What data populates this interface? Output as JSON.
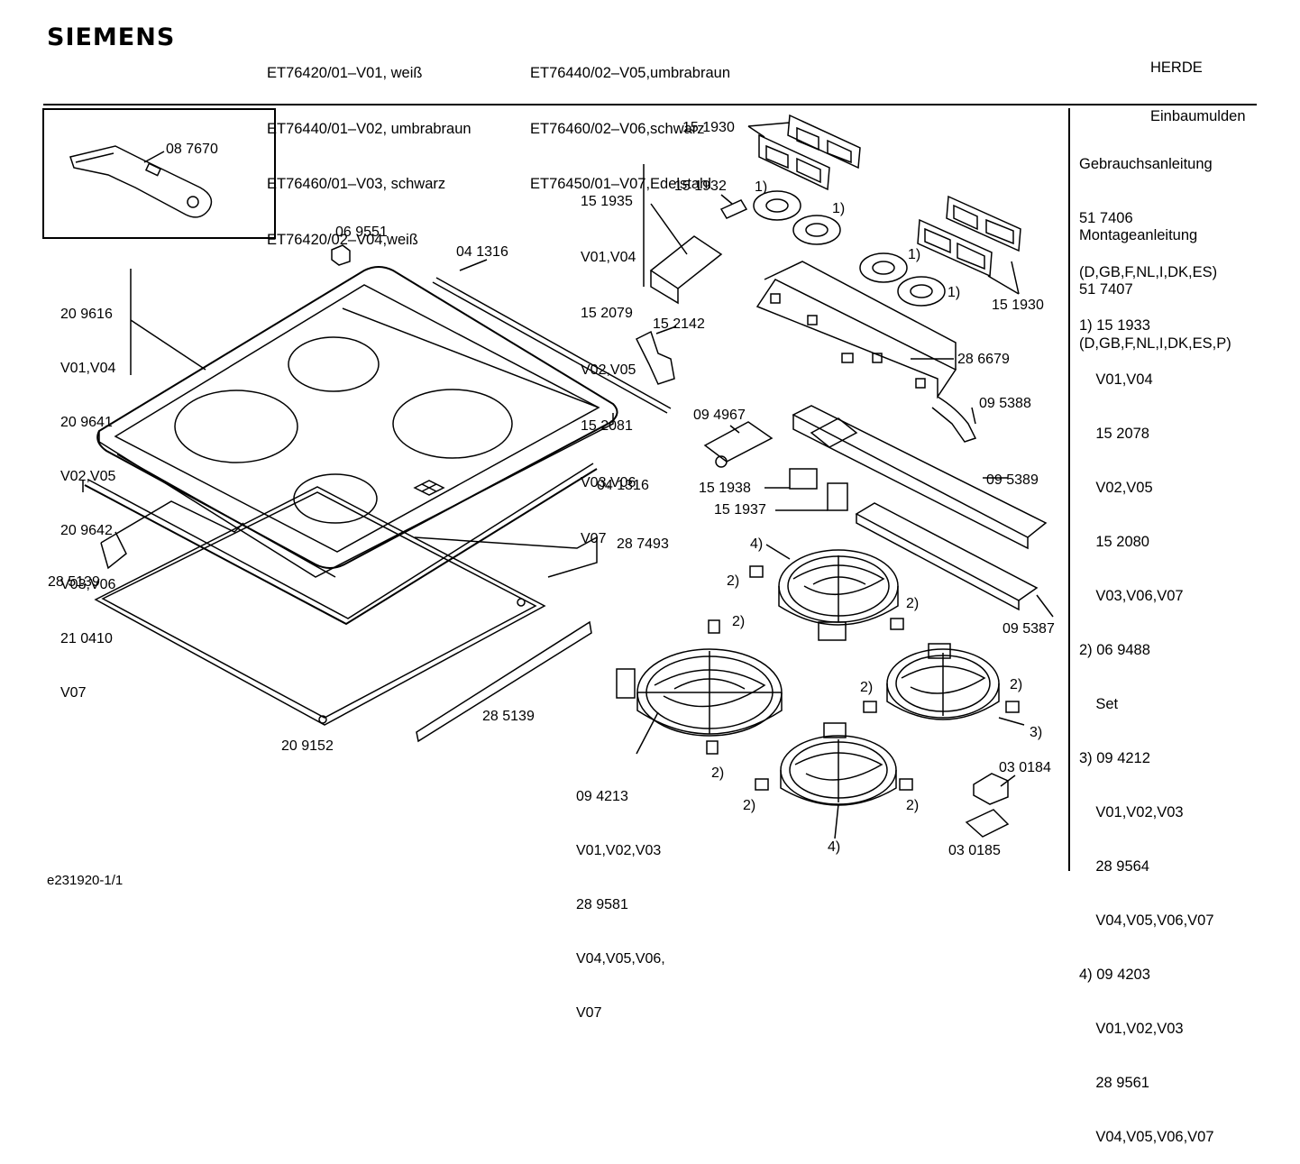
{
  "header": {
    "brand": "SIEMENS",
    "models_col1": [
      "ET76420/01–V01, weiß",
      "ET76440/01–V02, umbrabraun",
      "ET76460/01–V03, schwarz",
      "ET76420/02–V04,weiß"
    ],
    "models_col2": [
      "ET76440/02–V05,umbrabraun",
      "ET76460/02–V06,schwarz",
      "ET76450/01–V07,Edelstahl"
    ],
    "category": [
      "HERDE",
      "Einbaumulden"
    ]
  },
  "sidebar": {
    "manual_title": "Gebrauchsanleitung",
    "manual_number": "51 7406",
    "manual_langs": "(D,GB,F,NL,I,DK,ES)",
    "install_title": "Montageanleitung",
    "install_number": "51 7407",
    "install_langs": "(D,GB,F,NL,I,DK,ES,P)",
    "notes": [
      "1) 15 1933",
      "    V01,V04",
      "    15 2078",
      "    V02,V05",
      "    15 2080",
      "    V03,V06,V07",
      "2) 06 9488",
      "    Set",
      "3) 09 4212",
      "    V01,V02,V03",
      "    28 9564",
      "    V04,V05,V06,V07",
      "4) 09 4203",
      "    V01,V02,V03",
      "    28 9561",
      "    V04,V05,V06,V07"
    ]
  },
  "parts": {
    "scraper": "08 7670",
    "clip": "06 9551",
    "seal_top": "04 1316",
    "seal_bottom": "04 1316",
    "glass_top_variants": [
      "20 9616",
      "V01,V04",
      "20 9641",
      "V02,V05",
      "20 9642",
      "V03,V06",
      "21 0410",
      "V07"
    ],
    "bracket_left": "28 5139",
    "bracket_bottom": "28 5139",
    "frame_bottom": "20 9152",
    "tray": "28 7493",
    "cover_a": "15 1930",
    "cover_b": "15 1930",
    "switch_variants": [
      "15 1935",
      "V01,V04",
      "15 2079",
      "V02,V05",
      "15 2081",
      "V03,V06",
      "V07"
    ],
    "small_part": "15 1932",
    "holder": "15 2142",
    "board": "28 6679",
    "board_cable": "09 5388",
    "plate": "09 4967",
    "switch_block": "15 1938",
    "switch_single": "15 1937",
    "profile": "09 5389",
    "rail": "09 5387",
    "big_heater_variants": [
      "09 4213",
      "V01,V02,V03",
      "28 9581",
      "V04,V05,V06,",
      "V07"
    ],
    "terminal": "03 0184",
    "terminal_cover": "03 0185",
    "marker_1": "1)",
    "marker_2": "2)",
    "marker_3": "3)",
    "marker_4": "4)"
  },
  "footer": {
    "doc_id": "e231920-1/1"
  }
}
